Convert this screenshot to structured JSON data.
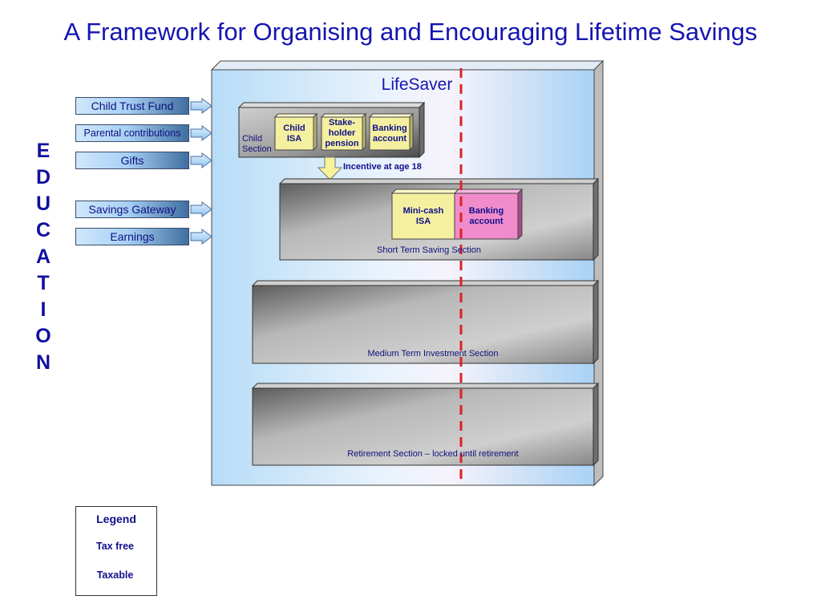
{
  "title": "A Framework for Organising and Encouraging Lifetime Savings",
  "side_label": [
    "E",
    "D",
    "U",
    "C",
    "A",
    "T",
    "I",
    "O",
    "N"
  ],
  "inputs": [
    {
      "label": "Child Trust Fund"
    },
    {
      "label": "Parental contributions"
    },
    {
      "label": "Gifts"
    },
    {
      "label": "Savings Gateway"
    },
    {
      "label": "Earnings"
    }
  ],
  "lifesaver": {
    "title": "LifeSaver",
    "child_section": {
      "label_line1": "Child",
      "label_line2": "Section",
      "items": [
        {
          "line1": "Child",
          "line2": "ISA",
          "line3": "",
          "tax": "tax_free"
        },
        {
          "line1": "Stake-",
          "line2": "holder",
          "line3": "pension",
          "tax": "tax_free"
        },
        {
          "line1": "Banking",
          "line2": "account",
          "line3": "",
          "tax": "tax_free"
        }
      ]
    },
    "incentive_label": "Incentive at age 18",
    "short_term": {
      "label": "Short Term Saving Section",
      "items": [
        {
          "line1": "Mini-cash",
          "line2": "ISA",
          "tax": "tax_free"
        },
        {
          "line1": "Banking",
          "line2": "account",
          "tax": "taxable"
        }
      ]
    },
    "medium_term": {
      "label": "Medium Term Investment Section"
    },
    "retirement": {
      "label": "Retirement Section – locked until retirement"
    }
  },
  "legend": {
    "title": "Legend",
    "items": [
      {
        "label": "Tax free",
        "color": "#f2ee9a"
      },
      {
        "label": "Taxable",
        "color": "#cc6fb2"
      }
    ]
  },
  "colors": {
    "tax_free": "#f4f0a0",
    "taxable": "#f08ccc",
    "divider": "#e02020",
    "arrow_fill": "#bfe0fa",
    "incentive_arrow": "#f6f39a"
  }
}
